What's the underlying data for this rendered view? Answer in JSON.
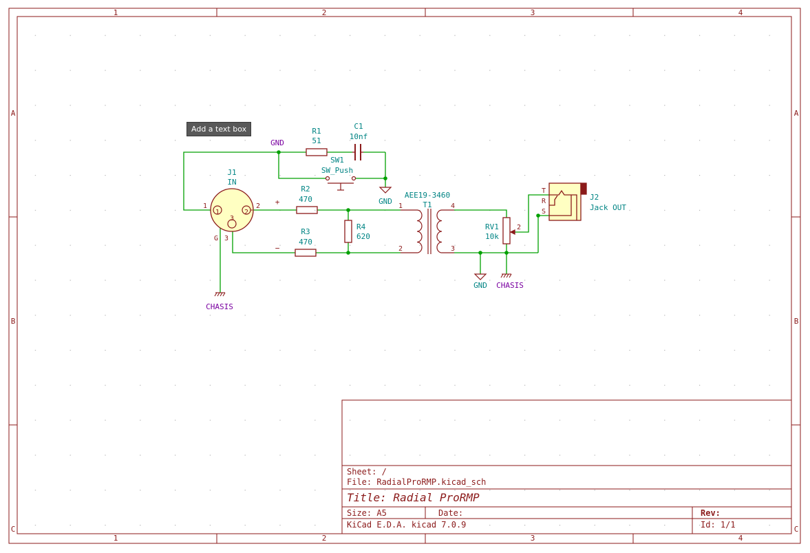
{
  "tooltip": "Add a text box",
  "frame": {
    "columns": [
      "1",
      "2",
      "3",
      "4"
    ],
    "rows": [
      "A",
      "B",
      "C"
    ]
  },
  "components": {
    "j1": {
      "ref": "J1",
      "value": "IN",
      "pins": [
        "1",
        "2",
        "3",
        "G"
      ]
    },
    "r1": {
      "ref": "R1",
      "value": "51"
    },
    "c1": {
      "ref": "C1",
      "value": "10nf"
    },
    "sw1": {
      "ref": "SW1",
      "value": "SW_Push"
    },
    "r2": {
      "ref": "R2",
      "value": "470"
    },
    "r3": {
      "ref": "R3",
      "value": "470"
    },
    "r4": {
      "ref": "R4",
      "value": "620"
    },
    "t1": {
      "ref": "T1",
      "value": "AEE19-3460",
      "pins": [
        "1",
        "2",
        "3",
        "4"
      ]
    },
    "rv1": {
      "ref": "RV1",
      "value": "10k",
      "pin": "2"
    },
    "j2": {
      "ref": "J2",
      "value": "Jack OUT",
      "pins": [
        "T",
        "R",
        "S"
      ]
    }
  },
  "power": {
    "gnd_label": "GND",
    "chasis_label": "CHASIS"
  },
  "signals": {
    "plus": "+",
    "minus": "−"
  },
  "title_block": {
    "sheet": "Sheet: /",
    "file": "File: RadialProRMP.kicad_sch",
    "title": "Title: Radial ProRMP",
    "size": "Size: A5",
    "date": "Date:",
    "rev": "Rev:",
    "tool": "KiCad E.D.A.  kicad 7.0.9",
    "id": "Id: 1/1"
  },
  "colors": {
    "frame": "#8b1a1a",
    "wire": "#00a000",
    "component": "#8b1a1a",
    "component_fill": "#ffffc2",
    "ref_text": "#008484",
    "power_text": "#7a00a0",
    "pin_text": "#8b1a1a"
  }
}
